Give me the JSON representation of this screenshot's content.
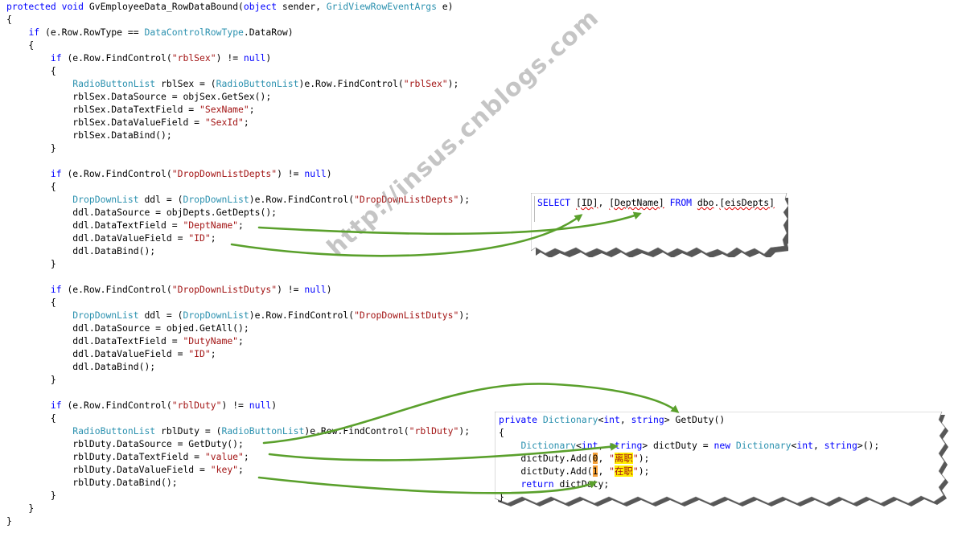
{
  "code": {
    "lines": [
      [
        {
          "t": "protected",
          "c": "kw"
        },
        {
          "t": " "
        },
        {
          "t": "void",
          "c": "kw"
        },
        {
          "t": " GvEmployeeData_RowDataBound("
        },
        {
          "t": "object",
          "c": "kw"
        },
        {
          "t": " sender, "
        },
        {
          "t": "GridViewRowEventArgs",
          "c": "ty"
        },
        {
          "t": " e)"
        }
      ],
      [
        {
          "t": "{"
        }
      ],
      [
        {
          "t": "    "
        },
        {
          "t": "if",
          "c": "kw"
        },
        {
          "t": " (e.Row.RowType == "
        },
        {
          "t": "DataControlRowType",
          "c": "ty"
        },
        {
          "t": ".DataRow)"
        }
      ],
      [
        {
          "t": "    {"
        }
      ],
      [
        {
          "t": "        "
        },
        {
          "t": "if",
          "c": "kw"
        },
        {
          "t": " (e.Row.FindControl("
        },
        {
          "t": "\"rblSex\"",
          "c": "st"
        },
        {
          "t": ") != "
        },
        {
          "t": "null",
          "c": "kw"
        },
        {
          "t": ")"
        }
      ],
      [
        {
          "t": "        {"
        }
      ],
      [
        {
          "t": "            "
        },
        {
          "t": "RadioButtonList",
          "c": "ty"
        },
        {
          "t": " rblSex = ("
        },
        {
          "t": "RadioButtonList",
          "c": "ty"
        },
        {
          "t": ")e.Row.FindControl("
        },
        {
          "t": "\"rblSex\"",
          "c": "st"
        },
        {
          "t": ");"
        }
      ],
      [
        {
          "t": "            rblSex.DataSource = objSex.GetSex();"
        }
      ],
      [
        {
          "t": "            rblSex.DataTextField = "
        },
        {
          "t": "\"SexName\"",
          "c": "st"
        },
        {
          "t": ";"
        }
      ],
      [
        {
          "t": "            rblSex.DataValueField = "
        },
        {
          "t": "\"SexId\"",
          "c": "st"
        },
        {
          "t": ";"
        }
      ],
      [
        {
          "t": "            rblSex.DataBind();"
        }
      ],
      [
        {
          "t": "        }"
        }
      ],
      [
        {
          "t": ""
        }
      ],
      [
        {
          "t": "        "
        },
        {
          "t": "if",
          "c": "kw"
        },
        {
          "t": " (e.Row.FindControl("
        },
        {
          "t": "\"DropDownListDepts\"",
          "c": "st"
        },
        {
          "t": ") != "
        },
        {
          "t": "null",
          "c": "kw"
        },
        {
          "t": ")"
        }
      ],
      [
        {
          "t": "        {"
        }
      ],
      [
        {
          "t": "            "
        },
        {
          "t": "DropDownList",
          "c": "ty"
        },
        {
          "t": " ddl = ("
        },
        {
          "t": "DropDownList",
          "c": "ty"
        },
        {
          "t": ")e.Row.FindControl("
        },
        {
          "t": "\"DropDownListDepts\"",
          "c": "st"
        },
        {
          "t": ");"
        }
      ],
      [
        {
          "t": "            ddl.DataSource = objDepts.GetDepts();"
        }
      ],
      [
        {
          "t": "            ddl.DataTextField = "
        },
        {
          "t": "\"DeptName\"",
          "c": "st"
        },
        {
          "t": ";"
        }
      ],
      [
        {
          "t": "            ddl.DataValueField = "
        },
        {
          "t": "\"ID\"",
          "c": "st"
        },
        {
          "t": ";"
        }
      ],
      [
        {
          "t": "            ddl.DataBind();"
        }
      ],
      [
        {
          "t": "        }"
        }
      ],
      [
        {
          "t": ""
        }
      ],
      [
        {
          "t": "        "
        },
        {
          "t": "if",
          "c": "kw"
        },
        {
          "t": " (e.Row.FindControl("
        },
        {
          "t": "\"DropDownListDutys\"",
          "c": "st"
        },
        {
          "t": ") != "
        },
        {
          "t": "null",
          "c": "kw"
        },
        {
          "t": ")"
        }
      ],
      [
        {
          "t": "        {"
        }
      ],
      [
        {
          "t": "            "
        },
        {
          "t": "DropDownList",
          "c": "ty"
        },
        {
          "t": " ddl = ("
        },
        {
          "t": "DropDownList",
          "c": "ty"
        },
        {
          "t": ")e.Row.FindControl("
        },
        {
          "t": "\"DropDownListDutys\"",
          "c": "st"
        },
        {
          "t": ");"
        }
      ],
      [
        {
          "t": "            ddl.DataSource = objed.GetAll();"
        }
      ],
      [
        {
          "t": "            ddl.DataTextField = "
        },
        {
          "t": "\"DutyName\"",
          "c": "st"
        },
        {
          "t": ";"
        }
      ],
      [
        {
          "t": "            ddl.DataValueField = "
        },
        {
          "t": "\"ID\"",
          "c": "st"
        },
        {
          "t": ";"
        }
      ],
      [
        {
          "t": "            ddl.DataBind();"
        }
      ],
      [
        {
          "t": "        }"
        }
      ],
      [
        {
          "t": ""
        }
      ],
      [
        {
          "t": "        "
        },
        {
          "t": "if",
          "c": "kw"
        },
        {
          "t": " (e.Row.FindControl("
        },
        {
          "t": "\"rblDuty\"",
          "c": "st"
        },
        {
          "t": ") != "
        },
        {
          "t": "null",
          "c": "kw"
        },
        {
          "t": ")"
        }
      ],
      [
        {
          "t": "        {"
        }
      ],
      [
        {
          "t": "            "
        },
        {
          "t": "RadioButtonList",
          "c": "ty"
        },
        {
          "t": " rblDuty = ("
        },
        {
          "t": "RadioButtonList",
          "c": "ty"
        },
        {
          "t": ")e.Row.FindControl("
        },
        {
          "t": "\"rblDuty\"",
          "c": "st"
        },
        {
          "t": ");"
        }
      ],
      [
        {
          "t": "            rblDuty.DataSource = GetDuty();"
        }
      ],
      [
        {
          "t": "            rblDuty.DataTextField = "
        },
        {
          "t": "\"value\"",
          "c": "st"
        },
        {
          "t": ";"
        }
      ],
      [
        {
          "t": "            rblDuty.DataValueField = "
        },
        {
          "t": "\"key\"",
          "c": "st"
        },
        {
          "t": ";"
        }
      ],
      [
        {
          "t": "            rblDuty.DataBind();"
        }
      ],
      [
        {
          "t": "        }"
        }
      ],
      [
        {
          "t": "    }"
        }
      ],
      [
        {
          "t": "}"
        }
      ]
    ]
  },
  "sql_callout": {
    "parts": [
      {
        "t": "SELECT",
        "c": "kw"
      },
      {
        "t": " "
      },
      {
        "t": "[ID]",
        "c": "sq"
      },
      {
        "t": ","
      },
      {
        "t": " "
      },
      {
        "t": "[DeptName]",
        "c": "sq"
      },
      {
        "t": " "
      },
      {
        "t": "FROM",
        "c": "kw"
      },
      {
        "t": " "
      },
      {
        "t": "dbo",
        "c": "sq"
      },
      {
        "t": "."
      },
      {
        "t": "[eisDepts]",
        "c": "sq"
      }
    ]
  },
  "method_callout": {
    "lines": [
      [
        {
          "t": "private",
          "c": "kw"
        },
        {
          "t": " "
        },
        {
          "t": "Dictionary",
          "c": "ty"
        },
        {
          "t": "<"
        },
        {
          "t": "int",
          "c": "kw"
        },
        {
          "t": ", "
        },
        {
          "t": "string",
          "c": "kw"
        },
        {
          "t": "> GetDuty()"
        }
      ],
      [
        {
          "t": "{"
        }
      ],
      [
        {
          "t": "    "
        },
        {
          "t": "Dictionary",
          "c": "ty"
        },
        {
          "t": "<"
        },
        {
          "t": "int",
          "c": "kw"
        },
        {
          "t": ", "
        },
        {
          "t": "string",
          "c": "kw"
        },
        {
          "t": "> dictDuty = "
        },
        {
          "t": "new",
          "c": "kw"
        },
        {
          "t": " "
        },
        {
          "t": "Dictionary",
          "c": "ty"
        },
        {
          "t": "<"
        },
        {
          "t": "int",
          "c": "kw"
        },
        {
          "t": ", "
        },
        {
          "t": "string",
          "c": "kw"
        },
        {
          "t": ">();"
        }
      ],
      [
        {
          "t": "    dictDuty.Add("
        },
        {
          "t": "0",
          "c": "hl-o"
        },
        {
          "t": ", "
        },
        {
          "t": "\"",
          "c": "st"
        },
        {
          "t": "离职",
          "c": "st hl-y"
        },
        {
          "t": "\"",
          "c": "st"
        },
        {
          "t": ");"
        }
      ],
      [
        {
          "t": "    dictDuty.Add("
        },
        {
          "t": "1",
          "c": "hl-o"
        },
        {
          "t": ", "
        },
        {
          "t": "\"",
          "c": "st"
        },
        {
          "t": "在职",
          "c": "st hl-y"
        },
        {
          "t": "\"",
          "c": "st"
        },
        {
          "t": ");"
        }
      ],
      [
        {
          "t": "    "
        },
        {
          "t": "return",
          "c": "kw"
        },
        {
          "t": " dictDuty;"
        }
      ],
      [
        {
          "t": "}"
        }
      ]
    ]
  },
  "watermark": {
    "text": "http://insus.cnblogs.com"
  },
  "colors": {
    "keyword": "#0000ff",
    "type": "#2b91af",
    "string": "#a31515",
    "arrow": "#5aa02c"
  }
}
